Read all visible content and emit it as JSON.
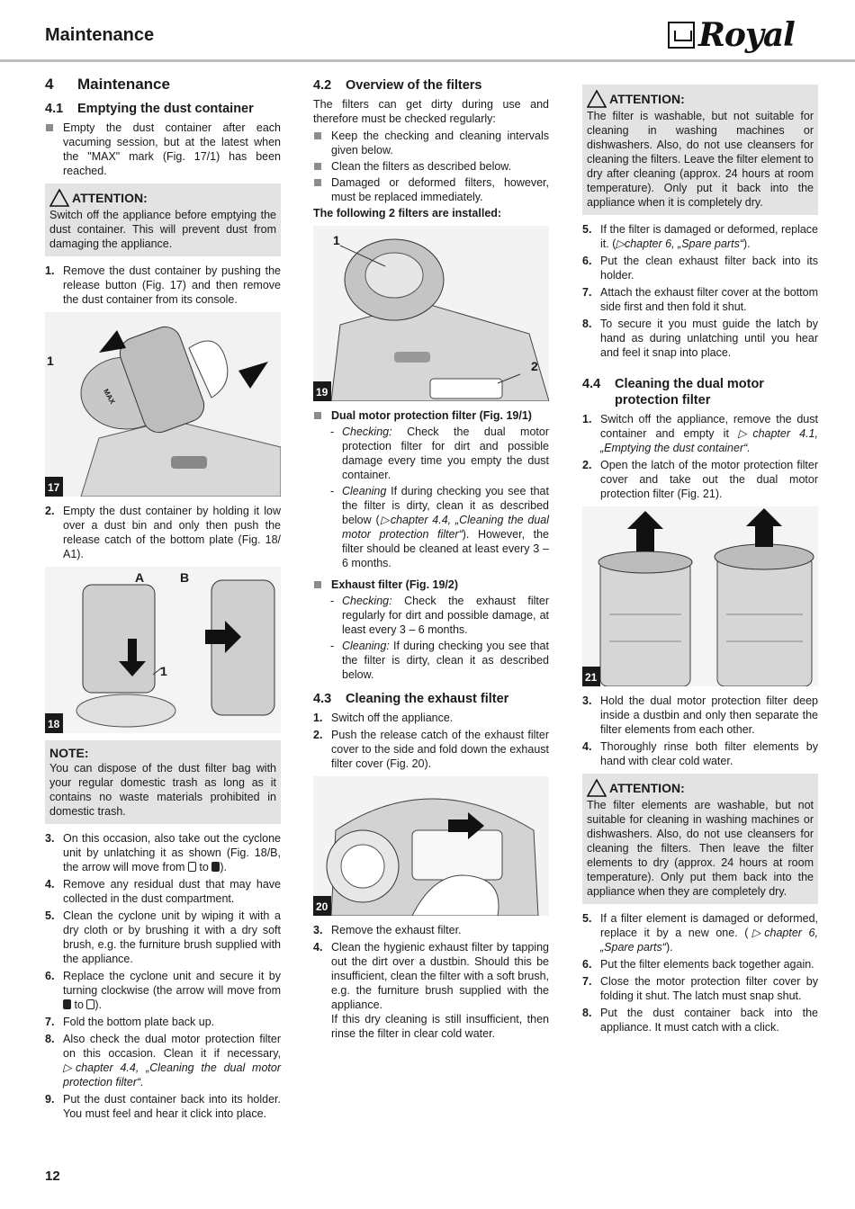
{
  "header": {
    "title": "Maintenance",
    "brand": "Royal"
  },
  "page_number": "12",
  "col1": {
    "chapter_num": "4",
    "chapter_title": "Maintenance",
    "s41_num": "4.1",
    "s41_title": "Emptying the dust container",
    "intro": "Empty the dust container after each vacuming session, but at the latest when the \"MAX\" mark (Fig. 17/1) has been reached.",
    "attention1_title": "ATTENTION:",
    "attention1_text": "Switch off the appliance before emptying the dust container. This will prevent dust from damaging the appliance.",
    "step1_num": "1.",
    "step1": "Remove the dust container by pushing the release button (Fig. 17) and then remove the dust container from its console.",
    "fig17_num": "17",
    "fig17_label1": "1",
    "fig17_max": "MAX",
    "step2_num": "2.",
    "step2": "Empty the dust container by holding it low over a dust bin and only then push the release catch of the bottom plate (Fig. 18/ A1).",
    "fig18_num": "18",
    "fig18_labelA": "A",
    "fig18_labelB": "B",
    "fig18_label1": "1",
    "note_title": "NOTE:",
    "note_text": "You can dispose of the dust filter bag with your regular domestic trash as long as it contains no waste materials prohibited in domestic trash.",
    "step3_num": "3.",
    "step3_a": "On this occasion, also take out the cyclone unit by unlatching it as shown (Fig. 18/B, the arrow will move from",
    "step3_to": "to",
    "step3_end": ").",
    "step4_num": "4.",
    "step4": "Remove any residual dust that may have collected in the dust compartment.",
    "step5_num": "5.",
    "step5": "Clean the cyclone unit by wiping it with a dry cloth or by brushing it with a dry soft brush, e.g. the furniture brush supplied with the appliance.",
    "step6_num": "6.",
    "step6_a": "Replace the cyclone unit and secure it by turning clockwise (the arrow will move from",
    "step6_to": "to",
    "step6_end": ").",
    "step7_num": "7.",
    "step7": "Fold the bottom plate back up.",
    "step8_num": "8.",
    "step8_a": "Also check the dual motor protection filter on this occasion. Clean it if necessary,",
    "step8_ref": "▷chapter 4.4, „Cleaning the dual motor protection filter“.",
    "step9_num": "9.",
    "step9": "Put the dust container back into its holder. You must feel and hear it click into place."
  },
  "col2": {
    "s42_num": "4.2",
    "s42_title": "Overview of the filters",
    "intro": "The filters can get dirty during use and therefore must be checked regularly:",
    "bullets": [
      "Keep the checking and cleaning intervals given below.",
      "Clean the filters as described below.",
      "Damaged or deformed filters, however, must be replaced immediately."
    ],
    "installed": "The following 2 filters are installed:",
    "fig19_num": "19",
    "fig19_label1": "1",
    "fig19_label2": "2",
    "f1_title": "Dual motor protection filter (Fig. 19/1)",
    "f1_check_label": "Checking:",
    "f1_check": "Check the dual motor protection filter for dirt and possible damage every time you empty the dust container.",
    "f1_clean_label": "Cleaning",
    "f1_clean_a": "If during checking you see that the filter is dirty, clean it as described below (",
    "f1_clean_ref": "▷chapter 4.4, „Cleaning the dual motor protection filter“",
    "f1_clean_b": "). However, the filter should be cleaned at least every 3 – 6 months.",
    "f2_title": "Exhaust filter (Fig. 19/2)",
    "f2_check_label": "Checking:",
    "f2_check": "Check the exhaust filter regularly for dirt and possible damage, at least every 3 – 6 months.",
    "f2_clean_label": "Cleaning:",
    "f2_clean": "If during checking you see that the filter is dirty, clean it as described below.",
    "dash": "-",
    "s43_num": "4.3",
    "s43_title": "Cleaning the exhaust filter",
    "step1_num": "1.",
    "step1": "Switch off the appliance.",
    "step2_num": "2.",
    "step2": "Push the release catch of the exhaust filter cover to the side and fold down the exhaust filter cover (Fig. 20).",
    "fig20_num": "20",
    "step3_num": "3.",
    "step3": "Remove the exhaust filter.",
    "step4_num": "4.",
    "step4": "Clean the hygienic exhaust filter by tapping out the dirt over a dustbin. Should this be insufficient, clean the filter with a soft brush, e.g. the furniture brush supplied with the appliance.",
    "step4_b": "If this dry cleaning is still insufficient, then rinse the filter in clear cold water."
  },
  "col3": {
    "attention2_title": "ATTENTION:",
    "attention2_text": "The filter is washable, but not suitable for cleaning in washing machines or dishwashers. Also, do not use cleansers for cleaning the filters. Leave the filter element to dry after cleaning (approx. 24 hours at room temperature). Only put it back into the appliance when it is completely dry.",
    "step5_num": "5.",
    "step5_a": "If the filter is damaged or deformed, replace it. (",
    "step5_ref": "▷chapter 6, „Spare parts“",
    "step5_b": ").",
    "step6_num": "6.",
    "step6": "Put the clean exhaust filter back into its holder.",
    "step7_num": "7.",
    "step7": "Attach the exhaust filter cover at the bottom side first and then fold it shut.",
    "step8_num": "8.",
    "step8": "To secure it you must guide the latch by hand as during unlatching until you hear and feel it snap into place.",
    "s44_num": "4.4",
    "s44_title": "Cleaning the dual motor protection filter",
    "b1_num": "1.",
    "b1_a": "Switch off the appliance, remove the dust container and empty it",
    "b1_ref": "▷chapter 4.1, „Emptying the dust container“.",
    "b2_num": "2.",
    "b2": "Open the latch of the motor protection filter cover and take out the dual motor protection filter (Fig. 21).",
    "fig21_num": "21",
    "b3_num": "3.",
    "b3": "Hold the dual motor protection filter deep inside a dustbin and only then separate the filter elements from each other.",
    "b4_num": "4.",
    "b4": "Thoroughly rinse both filter elements by hand with clear cold water.",
    "attention3_title": "ATTENTION:",
    "attention3_text": "The filter elements are washable, but not suitable for cleaning in washing machines or dishwashers. Also, do not use cleansers for cleaning the filters. Then leave the filter elements to dry (approx. 24 hours at room temperature). Only put them back into the appliance when they are completely dry.",
    "b5_num": "5.",
    "b5_a": "If a filter element is damaged or deformed, replace it by a new one. (",
    "b5_ref": "▷chapter 6, „Spare parts“",
    "b5_b": ").",
    "b6_num": "6.",
    "b6": "Put the filter elements back together again.",
    "b7_num": "7.",
    "b7": "Close the motor protection filter cover by folding it shut. The latch must snap shut.",
    "b8_num": "8.",
    "b8": "Put the dust container back into the appliance. It must catch with a click."
  }
}
